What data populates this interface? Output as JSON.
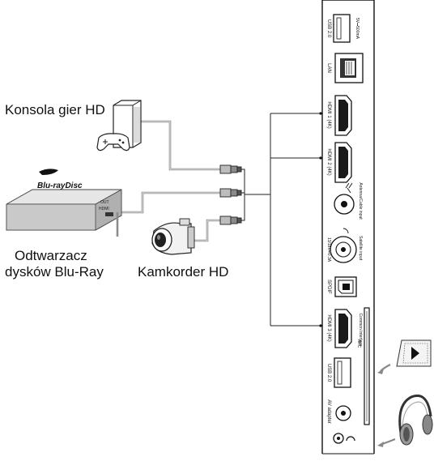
{
  "devices": {
    "console": "Konsola gier HD",
    "bluray_line1": "Odtwarzacz",
    "bluray_line2": "dysków Blu-Ray",
    "camcorder": "Kamkorder HD",
    "bluray_logo": "Blu-rayDisc",
    "bluray_box_out": "OUT",
    "bluray_box_hdmi": "HDMI"
  },
  "ports": {
    "usb1": "USB 2.0",
    "usb1_power": "5V⎓500mA",
    "lan": "LAN",
    "hdmi1": "HDMI 1 (4K)",
    "hdmi2": "HDMI 2 (4K)",
    "antenna": "Antenna/Cable input",
    "satellite": "Satellite input",
    "sat_power": "13/18V⎓0.3A",
    "spdif": "SPDIF",
    "hdmi3": "HDMI 3 (4K)",
    "hdmi3_arc": "ARC",
    "common_interface": "Common Interface",
    "usb2": "USB 2.0",
    "av_adapter": "AV adapter"
  },
  "colors": {
    "cable": "#8c8c8c",
    "line": "#222222",
    "panel": "#ffffff",
    "port_dark": "#1a1a1a"
  }
}
